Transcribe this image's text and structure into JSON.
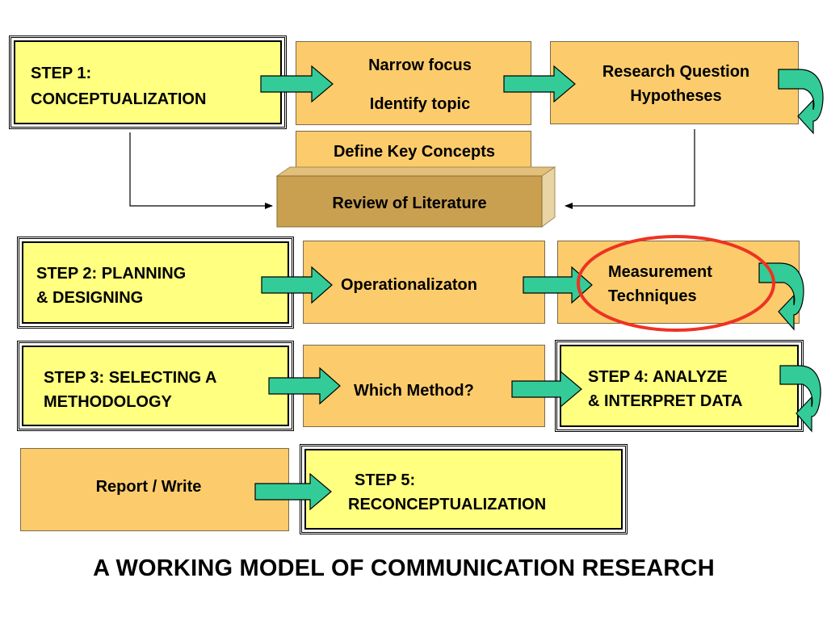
{
  "step1": {
    "line1": "STEP 1:",
    "line2": "CONCEPTUALIZATION"
  },
  "narrow": {
    "line1": "Narrow focus",
    "line2": "Identify topic"
  },
  "research": {
    "line1": "Research Question",
    "line2": "Hypotheses"
  },
  "define_label": "Define Key Concepts",
  "review_label": "Review of Literature",
  "step2": {
    "line1": "STEP 2:  PLANNING",
    "line2": "& DESIGNING"
  },
  "operationalization_label": "Operationalizaton",
  "measurement": {
    "line1": "Measurement",
    "line2": "Techniques"
  },
  "step3": {
    "line1": "STEP 3: SELECTING A",
    "line2": "METHODOLOGY"
  },
  "which_method_label": "Which Method?",
  "step4": {
    "line1": "STEP 4: ANALYZE",
    "line2": "& INTERPRET DATA"
  },
  "report_label": "Report / Write",
  "step5": {
    "line1": "STEP 5:",
    "line2": "RECONCEPTUALIZATION"
  },
  "page_title": "A WORKING MODEL OF COMMUNICATION RESEARCH",
  "colors": {
    "step_fill": "#ffff80",
    "box_fill": "#fccc6c",
    "review_fill": "#c8a050",
    "arrow_fill": "#33cc99",
    "highlight_ring": "#ee3322"
  }
}
